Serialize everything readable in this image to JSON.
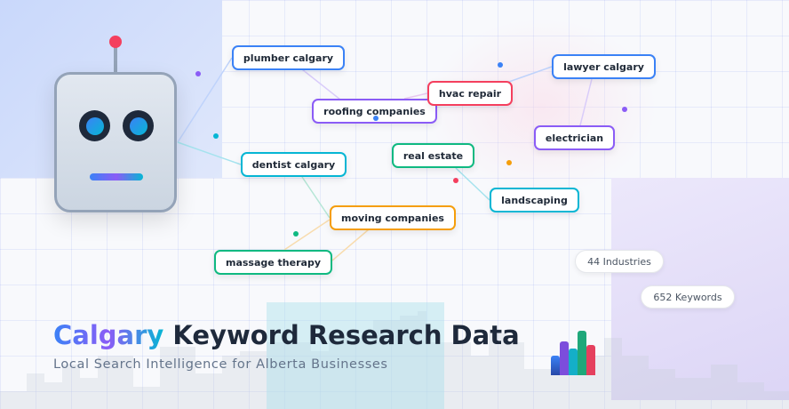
{
  "nodes": [
    {
      "label": "plumber calgary",
      "color": "#3b82f6"
    },
    {
      "label": "roofing companies",
      "color": "#8b5cf6"
    },
    {
      "label": "hvac repair",
      "color": "#f43f5e"
    },
    {
      "label": "lawyer calgary",
      "color": "#3b82f6"
    },
    {
      "label": "electrician",
      "color": "#8b5cf6"
    },
    {
      "label": "real estate",
      "color": "#10b981"
    },
    {
      "label": "dentist calgary",
      "color": "#06b6d4"
    },
    {
      "label": "landscaping",
      "color": "#06b6d4"
    },
    {
      "label": "moving companies",
      "color": "#f59e0b"
    },
    {
      "label": "massage therapy",
      "color": "#10b981"
    }
  ],
  "stats": {
    "industries": "44 Industries",
    "keywords": "652 Keywords"
  },
  "title": {
    "highlight": "Calgary",
    "rest": " Keyword Research Data"
  },
  "subtitle": "Local Search Intelligence for Alberta Businesses"
}
